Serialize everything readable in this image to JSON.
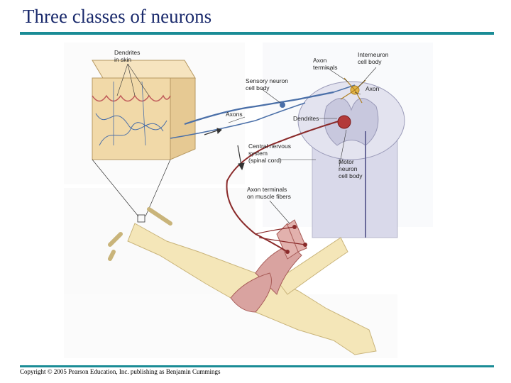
{
  "slide": {
    "title": "Three classes of neurons",
    "copyright": "Copyright © 2005 Pearson Education, Inc. publishing as Benjamin Cummings"
  },
  "figure": {
    "labels": {
      "dendrites_skin_1": "Dendrites",
      "dendrites_skin_2": "in skin",
      "sensory_1": "Sensory neuron",
      "sensory_2": "cell body",
      "axon_terminals_1": "Axon",
      "axon_terminals_2": "terminals",
      "interneuron_1": "Interneuron",
      "interneuron_2": "cell body",
      "axon": "Axon",
      "axons": "Axons",
      "dendrites": "Dendrites",
      "cns_1": "Central nervous",
      "cns_2": "system",
      "cns_3": "(spinal cord)",
      "motor_1": "Motor",
      "motor_2": "neuron",
      "motor_3": "cell body",
      "muscle_terminals_1": "Axon terminals",
      "muscle_terminals_2": "on muscle fibers"
    },
    "colors": {
      "sensory_nerve": "#4a6fa8",
      "motor_nerve": "#8a2a2a",
      "skin": "#f1d9a8",
      "spinal_cord": "#d9d9ea",
      "bone": "#f4e6b8",
      "muscle": "#d9a3a0",
      "accent": "#1a8c96"
    }
  }
}
